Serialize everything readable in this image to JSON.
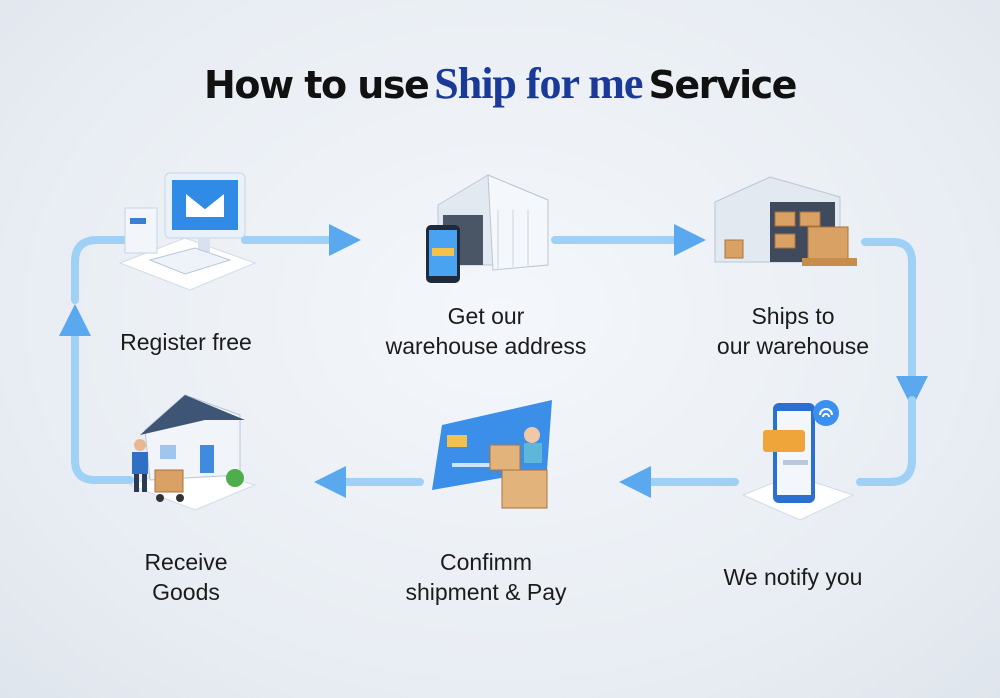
{
  "title": {
    "prefix": "How to use",
    "highlight": "Ship for me",
    "suffix": "Service"
  },
  "steps": [
    {
      "line1": "Register free",
      "line2": "",
      "icon": "computer-mail-icon"
    },
    {
      "line1": "Get our",
      "line2": "warehouse address",
      "icon": "warehouse-phone-icon"
    },
    {
      "line1": "Ships to",
      "line2": "our warehouse",
      "icon": "warehouse-boxes-icon"
    },
    {
      "line1": "We notify you",
      "line2": "",
      "icon": "phone-notification-icon"
    },
    {
      "line1": "Confimm",
      "line2": "shipment & Pay",
      "icon": "card-payment-icon"
    },
    {
      "line1": "Receive",
      "line2": "Goods",
      "icon": "house-delivery-icon"
    }
  ],
  "colors": {
    "arrow": "#8cc2f2",
    "highlight": "#1a3a9a",
    "accent": "#2f7de0"
  }
}
